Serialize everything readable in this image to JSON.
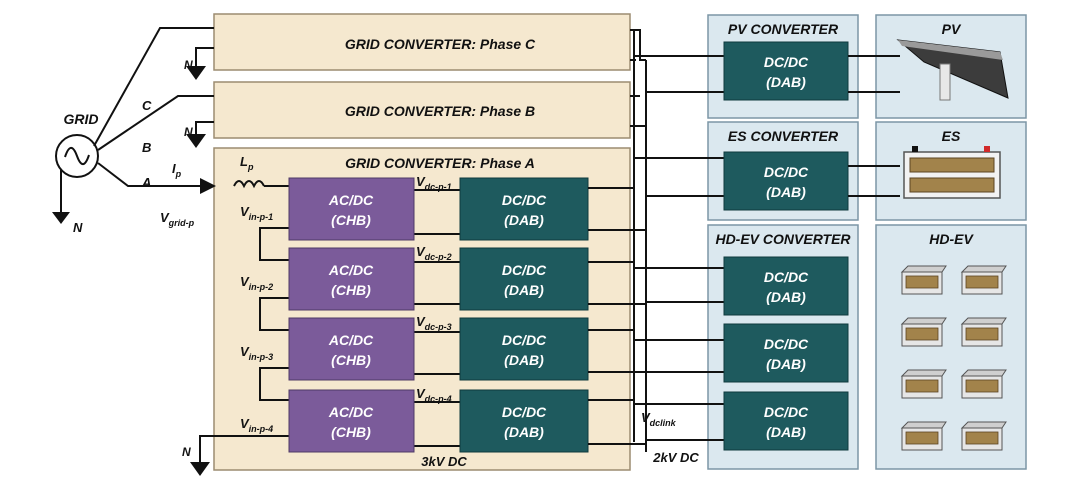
{
  "colors": {
    "grid_phase_fill": "#f5e8cf",
    "grid_phase_stroke": "#9c8c70",
    "chb_fill": "#7b5b9a",
    "dab_fill": "#1e5a5e",
    "section_fill": "#dbe8ef",
    "section_stroke": "#7c96a5",
    "wire": "#111111"
  },
  "grid": {
    "label": "GRID",
    "neutral": "N",
    "phase_labels": [
      "C",
      "B",
      "A"
    ],
    "source_icon": "ac-source-icon"
  },
  "phases": {
    "c_title": "GRID CONVERTER: Phase C",
    "b_title": "GRID CONVERTER: Phase B",
    "a_title": "GRID CONVERTER: Phase A",
    "neutral": "N",
    "inductor": {
      "base": "L",
      "sub": "p"
    },
    "current": {
      "base": "I",
      "sub": "p"
    },
    "vgrid": {
      "base": "V",
      "sub": "grid-p"
    },
    "bus_label": "3kV DC"
  },
  "modules": [
    {
      "chb_line1": "AC/DC",
      "chb_line2": "(CHB)",
      "dab_line1": "DC/DC",
      "dab_line2": "(DAB)",
      "vin_base": "V",
      "vin_sub": "in-p-1",
      "vdc_base": "V",
      "vdc_sub": "dc-p-1"
    },
    {
      "chb_line1": "AC/DC",
      "chb_line2": "(CHB)",
      "dab_line1": "DC/DC",
      "dab_line2": "(DAB)",
      "vin_base": "V",
      "vin_sub": "in-p-2",
      "vdc_base": "V",
      "vdc_sub": "dc-p-2"
    },
    {
      "chb_line1": "AC/DC",
      "chb_line2": "(CHB)",
      "dab_line1": "DC/DC",
      "dab_line2": "(DAB)",
      "vin_base": "V",
      "vin_sub": "in-p-3",
      "vdc_base": "V",
      "vdc_sub": "dc-p-3"
    },
    {
      "chb_line1": "AC/DC",
      "chb_line2": "(CHB)",
      "dab_line1": "DC/DC",
      "dab_line2": "(DAB)",
      "vin_base": "V",
      "vin_sub": "in-p-4",
      "vdc_base": "V",
      "vdc_sub": "dc-p-4"
    }
  ],
  "dclink": {
    "v_base": "V",
    "v_sub": "dclink",
    "bus_label": "2kV DC"
  },
  "converters": {
    "pv_title": "PV CONVERTER",
    "es_title": "ES CONVERTER",
    "hdev_title": "HD-EV CONVERTER",
    "dab_line1": "DC/DC",
    "dab_line2": "(DAB)"
  },
  "loads": {
    "pv_title": "PV",
    "es_title": "ES",
    "hdev_title": "HD-EV",
    "pv_icon": "solar-panel-icon",
    "es_icon": "battery-pack-icon",
    "hdev_icon": "ev-battery-icon"
  }
}
